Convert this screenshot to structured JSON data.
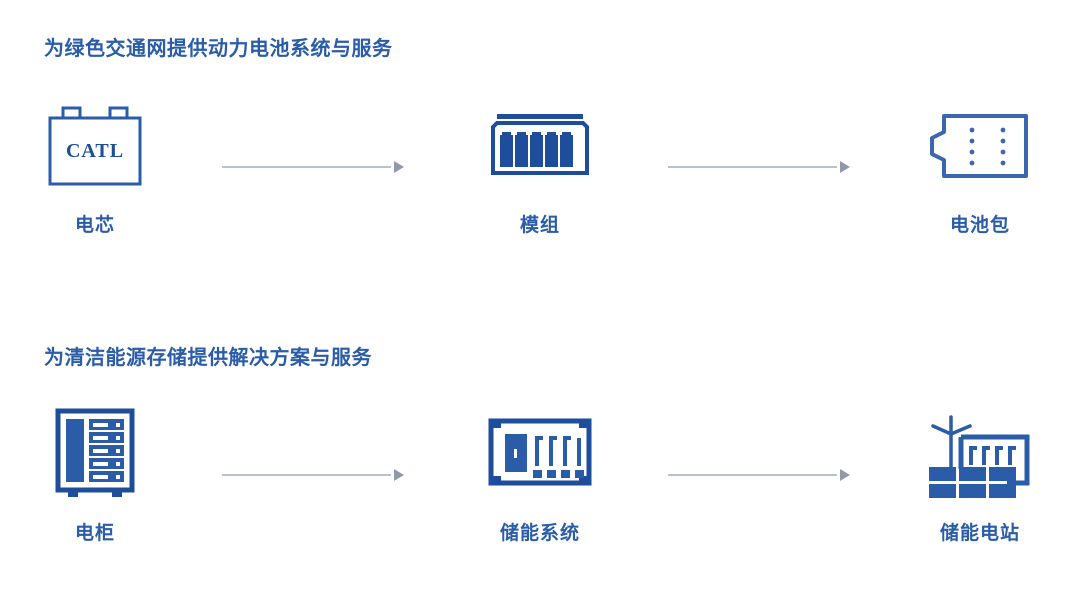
{
  "brand_color": "#2a5ca8",
  "icon_fill": "#1e4d9b",
  "arrow_color": "#b9c2cc",
  "arrow_head_color": "#8f9aa8",
  "rows": [
    {
      "heading": "为绿色交通网提供动力电池系统与服务",
      "nodes": [
        {
          "label": "电芯",
          "icon": "battery-cell-icon",
          "logo_text": "CATL"
        },
        {
          "label": "模组",
          "icon": "battery-module-icon"
        },
        {
          "label": "电池包",
          "icon": "battery-pack-icon"
        }
      ]
    },
    {
      "heading": "为清洁能源存储提供解决方案与服务",
      "nodes": [
        {
          "label": "电柜",
          "icon": "electric-cabinet-icon"
        },
        {
          "label": "储能系统",
          "icon": "energy-storage-container-icon"
        },
        {
          "label": "储能电站",
          "icon": "energy-storage-station-icon"
        }
      ]
    }
  ]
}
